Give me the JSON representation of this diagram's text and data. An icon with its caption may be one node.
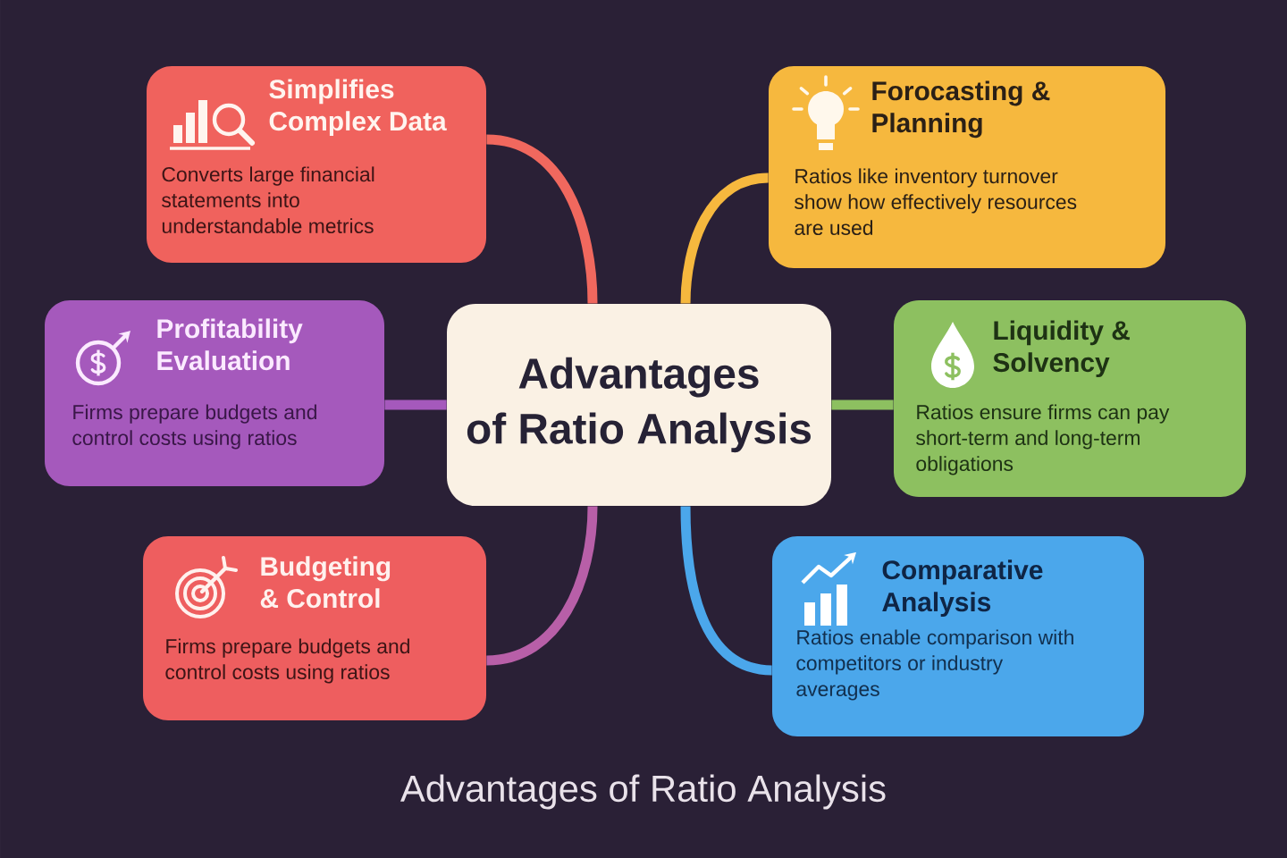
{
  "diagram": {
    "caption": "Advantages of Ratio Analysis",
    "nodes": [
      {
        "text": [
          "Advantages of Ratio Analysis"
        ]
      },
      {
        "text": [
          "Simplifies Complex Data",
          "Converts large financial statements into understandable metrics"
        ]
      },
      {
        "text": [
          "Forocasting & Planning",
          "Ratios like inventory turnover show how effectively resources are used"
        ]
      },
      {
        "text": [
          "Profitability Evaluation",
          "Firms prepare budgets and control costs using ratios"
        ]
      },
      {
        "text": [
          "Liquidity & Solvency",
          "Ratios ensure firms can pay short-term and long-term obligations"
        ]
      },
      {
        "text": [
          "Budgeting & Control",
          "Firms prepare budgets and control costs using ratios"
        ]
      },
      {
        "text": [
          "Comparative Analysis",
          "Ratios enable comparison with competitors or industry averages"
        ]
      }
    ],
    "edges": [
      {
        "from": 0,
        "to": 1,
        "arrow": "none",
        "color": "#f0685e"
      },
      {
        "from": 0,
        "to": 2,
        "arrow": "none",
        "color": "#f6b83e"
      },
      {
        "from": 0,
        "to": 3,
        "arrow": "none",
        "color": "#a559bc"
      },
      {
        "from": 0,
        "to": 4,
        "arrow": "none",
        "color": "#8dc060"
      },
      {
        "from": 0,
        "to": 5,
        "arrow": "none",
        "color": "#b85fa8"
      },
      {
        "from": 0,
        "to": 6,
        "arrow": "none",
        "color": "#4ba7eb"
      }
    ]
  }
}
